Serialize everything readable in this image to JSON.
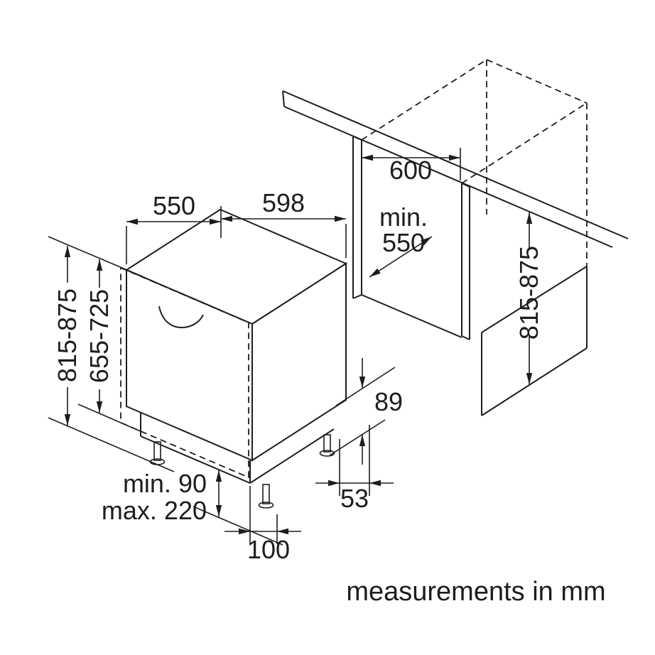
{
  "footer": {
    "note": "measurements in mm"
  },
  "dimensions": {
    "appliance_depth": "550",
    "appliance_width": "598",
    "appliance_height": "815-875",
    "furniture_door_height": "655-725",
    "niche_width": "600",
    "niche_min_depth_label": "min.",
    "niche_min_depth_value": "550",
    "niche_height": "815-875",
    "base_recess_height": "89",
    "base_recess_depth": "53",
    "plinth_height_min": "min. 90",
    "plinth_height_max": "max. 220",
    "plinth_depth": "100"
  },
  "colors": {
    "line_color": "#1d1d1b",
    "background": "#ffffff"
  }
}
